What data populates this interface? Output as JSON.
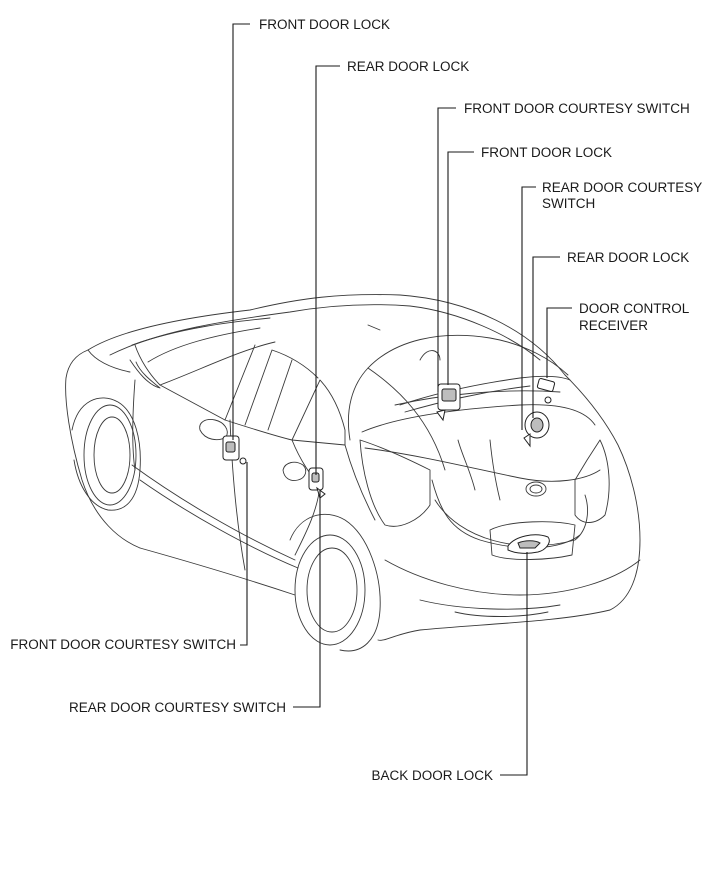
{
  "labels": {
    "front_door_lock_left": "FRONT DOOR LOCK",
    "rear_door_lock_left": "REAR DOOR LOCK",
    "front_door_courtesy_switch_right": "FRONT DOOR COURTESY SWITCH",
    "front_door_lock_right": "FRONT DOOR LOCK",
    "rear_door_courtesy_switch_right": [
      "REAR DOOR COURTESY",
      "SWITCH"
    ],
    "rear_door_lock_right": "REAR DOOR LOCK",
    "door_control_receiver": [
      "DOOR CONTROL",
      "RECEIVER"
    ],
    "front_door_courtesy_switch_left": "FRONT DOOR COURTESY SWITCH",
    "rear_door_courtesy_switch_left": "REAR DOOR COURTESY SWITCH",
    "back_door_lock": "BACK DOOR LOCK"
  }
}
